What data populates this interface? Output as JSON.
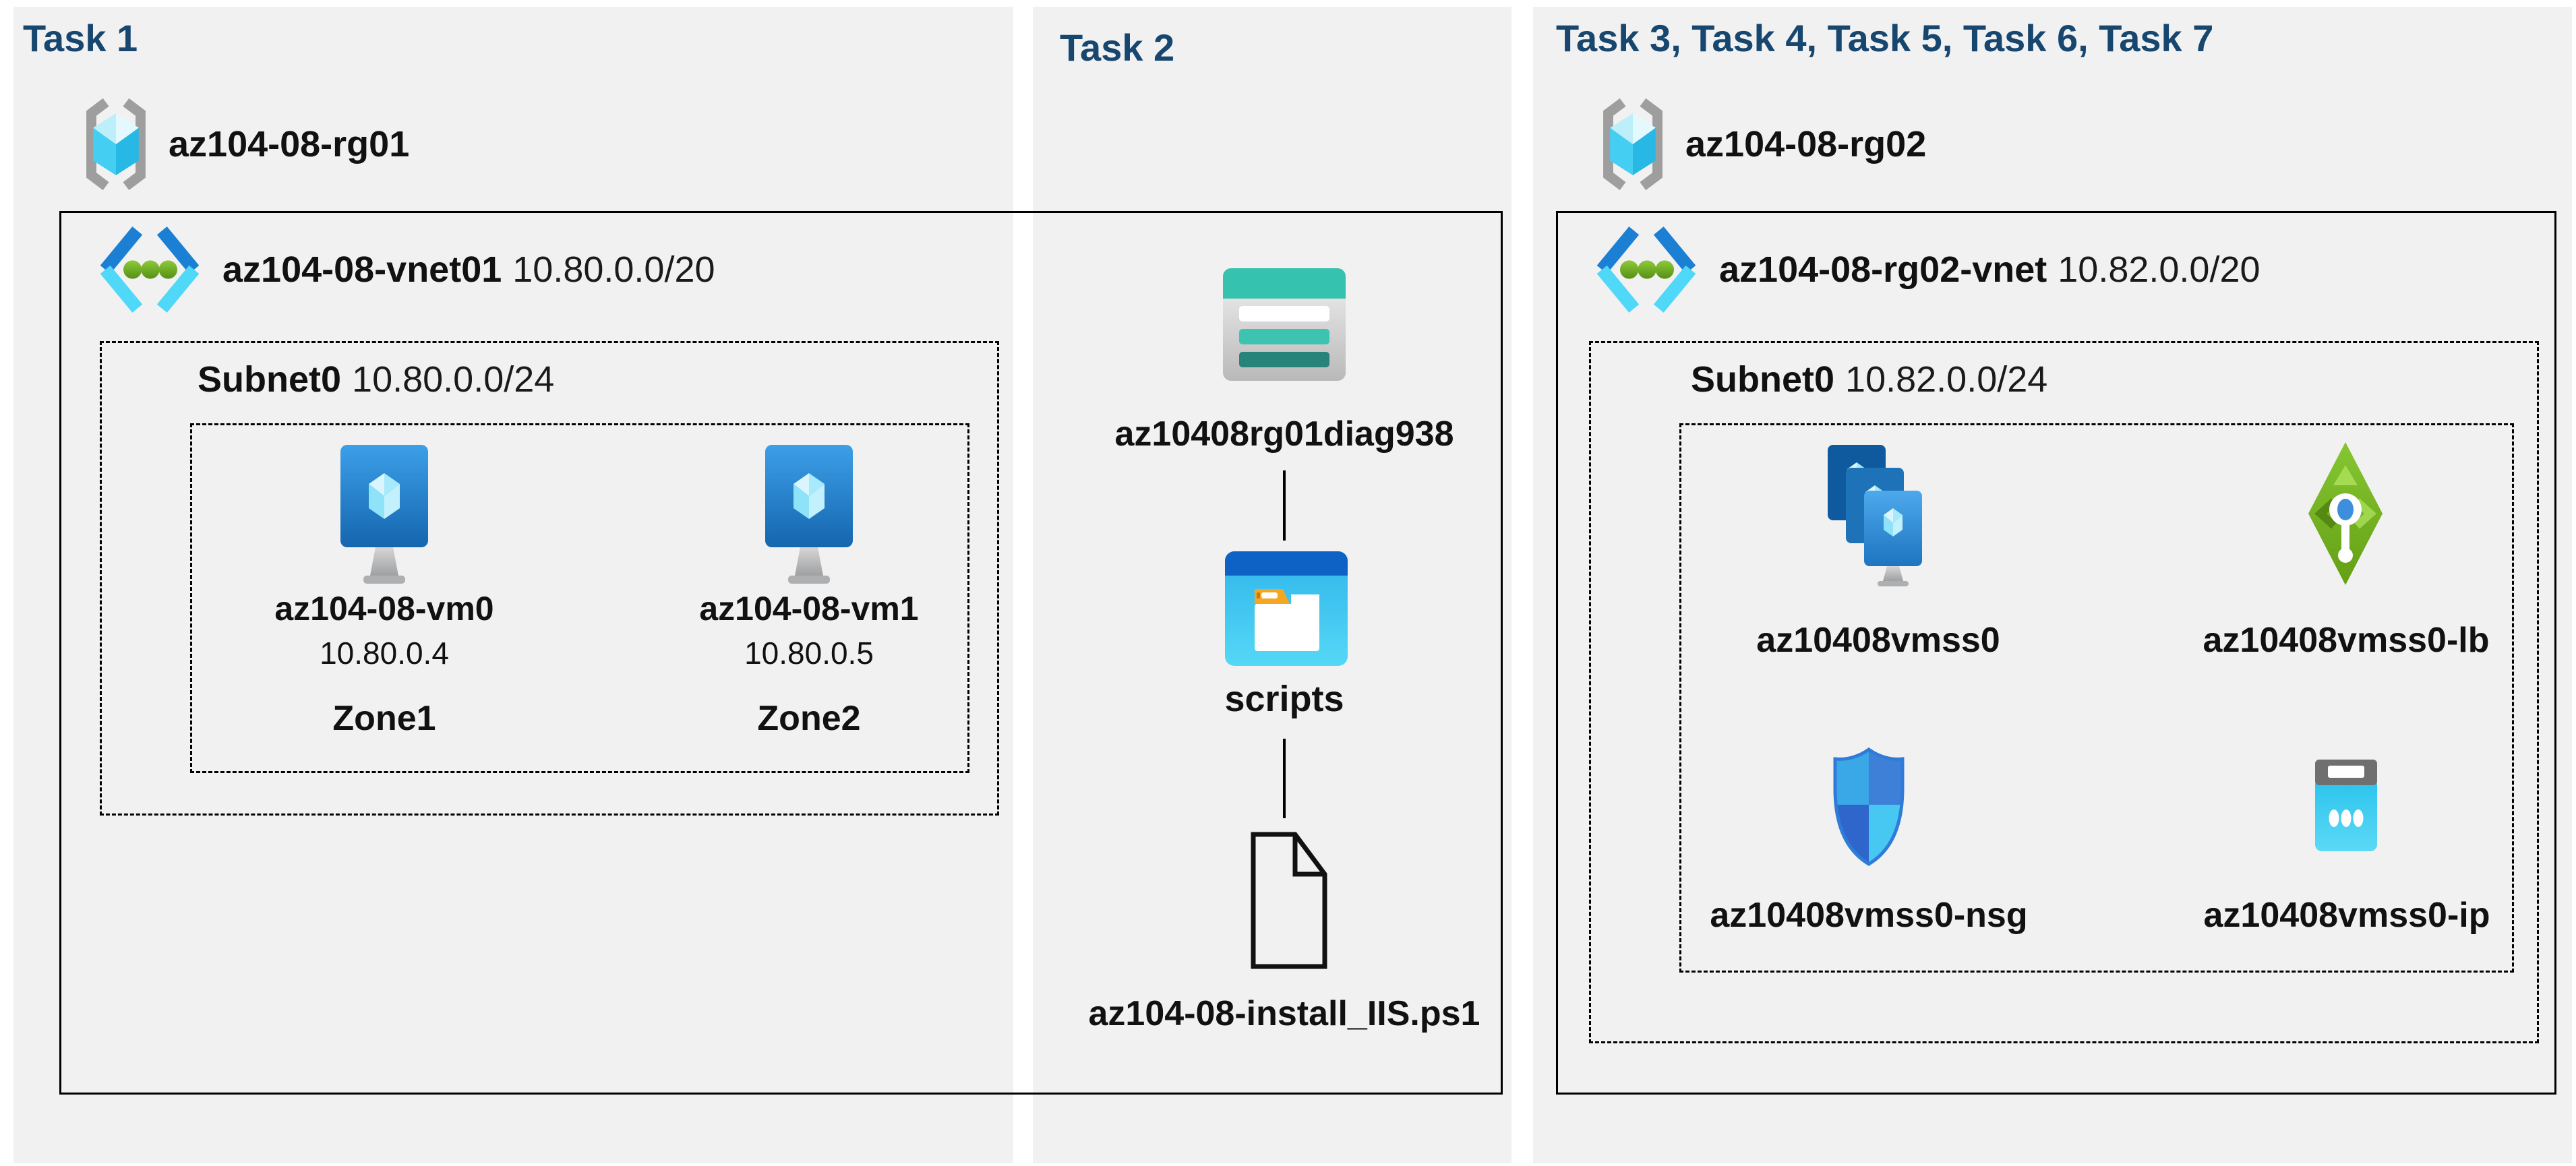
{
  "panels": {
    "task1": {
      "title": "Task 1",
      "rg_name": "az104-08-rg01",
      "rg_icon": "resource-group-icon",
      "vnet_name": "az104-08-vnet01",
      "vnet_cidr": "10.80.0.0/20",
      "vnet_icon": "virtual-network-icon",
      "subnet_name": "Subnet0",
      "subnet_cidr": "10.80.0.0/24",
      "vms": [
        {
          "name": "az104-08-vm0",
          "ip": "10.80.0.4",
          "zone": "Zone1",
          "icon": "virtual-machine-icon"
        },
        {
          "name": "az104-08-vm1",
          "ip": "10.80.0.5",
          "zone": "Zone2",
          "icon": "virtual-machine-icon"
        }
      ]
    },
    "task2": {
      "title": "Task 2",
      "storage_name": "az10408rg01diag938",
      "storage_icon": "storage-account-icon",
      "folder_name": "scripts",
      "folder_icon": "file-browser-folder-icon",
      "file_name": "az104-08-install_IIS.ps1",
      "file_icon": "document-file-icon"
    },
    "task3": {
      "title": "Task 3, Task 4, Task 5, Task 6, Task 7",
      "rg_name": "az104-08-rg02",
      "rg_icon": "resource-group-icon",
      "vnet_name": "az104-08-rg02-vnet",
      "vnet_cidr": "10.82.0.0/20",
      "vnet_icon": "virtual-network-icon",
      "subnet_name": "Subnet0",
      "subnet_cidr": "10.82.0.0/24",
      "resources": [
        {
          "name": "az10408vmss0",
          "type": "vm-scale-set",
          "icon": "vm-scale-set-icon"
        },
        {
          "name": "az10408vmss0-lb",
          "type": "load-balancer",
          "icon": "load-balancer-icon"
        },
        {
          "name": "az10408vmss0-nsg",
          "type": "network-security-group",
          "icon": "nsg-shield-icon"
        },
        {
          "name": "az10408vmss0-ip",
          "type": "public-ip-address",
          "icon": "public-ip-icon"
        }
      ]
    }
  },
  "colors": {
    "heading_navy": "#17466F",
    "panel_gray": "#F1F1F1",
    "diagram_black": "#000000",
    "vnet_dark_blue": "#1B7FD4",
    "vnet_cyan": "#4FD8F8",
    "dot_green": "#76BC2D",
    "vm_screen_blue": "#2E8DE1",
    "rg_bracket_gray": "#9E9E9E",
    "rg_cube_cyan": "#44CEF2",
    "storage_teal": "#35C2AE",
    "storage_dark_teal": "#26847A",
    "folder_band_blue": "#0E62C5",
    "folder_body_cyan": "#3FC6EF",
    "folder_tab_orange": "#F5A623",
    "lb_green": "#74B725",
    "nsg_blue": "#3E7FD8",
    "public_ip_cyan": "#3FCDF1",
    "public_ip_gray": "#6F6F6F"
  }
}
